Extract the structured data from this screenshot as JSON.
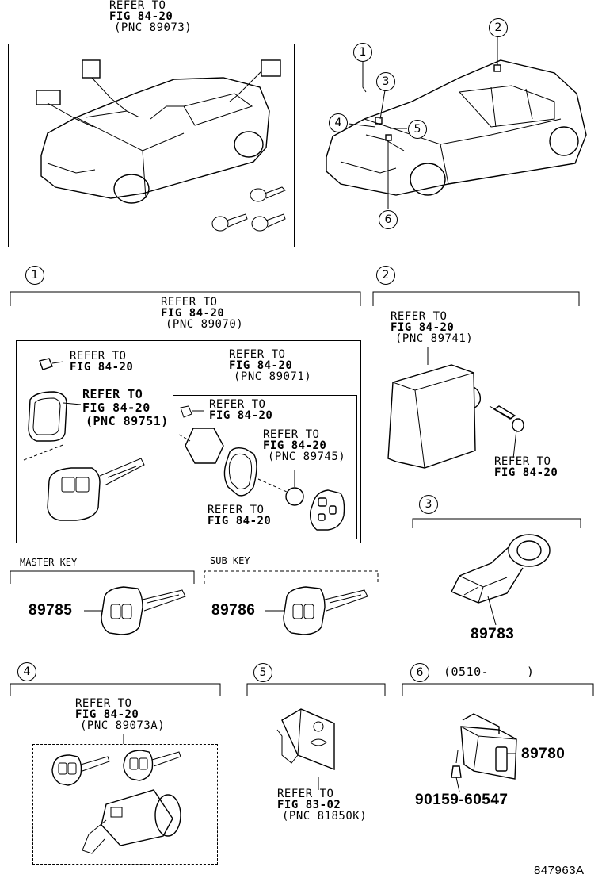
{
  "top_left": {
    "refer": "REFER TO",
    "fig": "FIG 84-20",
    "pnc": "(PNC 89073)"
  },
  "callouts": [
    "1",
    "2",
    "3",
    "4",
    "5",
    "6"
  ],
  "sec1": {
    "num": "1",
    "main": {
      "refer": "REFER TO",
      "fig": "FIG 84-20",
      "pnc": "(PNC 89070)"
    },
    "ref_a": {
      "refer": "REFER TO",
      "fig": "FIG 84-20"
    },
    "ref_b": {
      "refer": "REFER TO",
      "fig": "FIG 84-20",
      "pnc": "(PNC 89751)"
    },
    "sub": {
      "refer": "REFER TO",
      "fig": "FIG 84-20",
      "pnc": "(PNC 89071)"
    },
    "ref_c": {
      "refer": "REFER TO",
      "fig": "FIG 84-20"
    },
    "ref_d": {
      "refer": "REFER TO",
      "fig": "FIG 84-20",
      "pnc": "(PNC 89745)"
    },
    "ref_e": {
      "refer": "REFER TO",
      "fig": "FIG 84-20"
    }
  },
  "sec2": {
    "num": "2",
    "ref_top": {
      "refer": "REFER TO",
      "fig": "FIG 84-20",
      "pnc": "(PNC 89741)"
    },
    "ref_bolt": {
      "refer": "REFER TO",
      "fig": "FIG 84-20"
    }
  },
  "master": {
    "label": "MASTER KEY",
    "part": "89785"
  },
  "sub_key": {
    "label": "SUB KEY",
    "part": "89786"
  },
  "sec3": {
    "num": "3",
    "part": "89783"
  },
  "sec4": {
    "num": "4",
    "refer": "REFER TO",
    "fig": "FIG 84-20",
    "pnc": "(PNC 89073A)"
  },
  "sec5": {
    "num": "5",
    "refer": "REFER TO",
    "fig": "FIG 83-02",
    "pnc": "(PNC 81850K)"
  },
  "sec6": {
    "num": "6",
    "date": "(0510-     )",
    "part_a": "89780",
    "part_b": "90159-60547"
  },
  "footer_code": "847963A"
}
